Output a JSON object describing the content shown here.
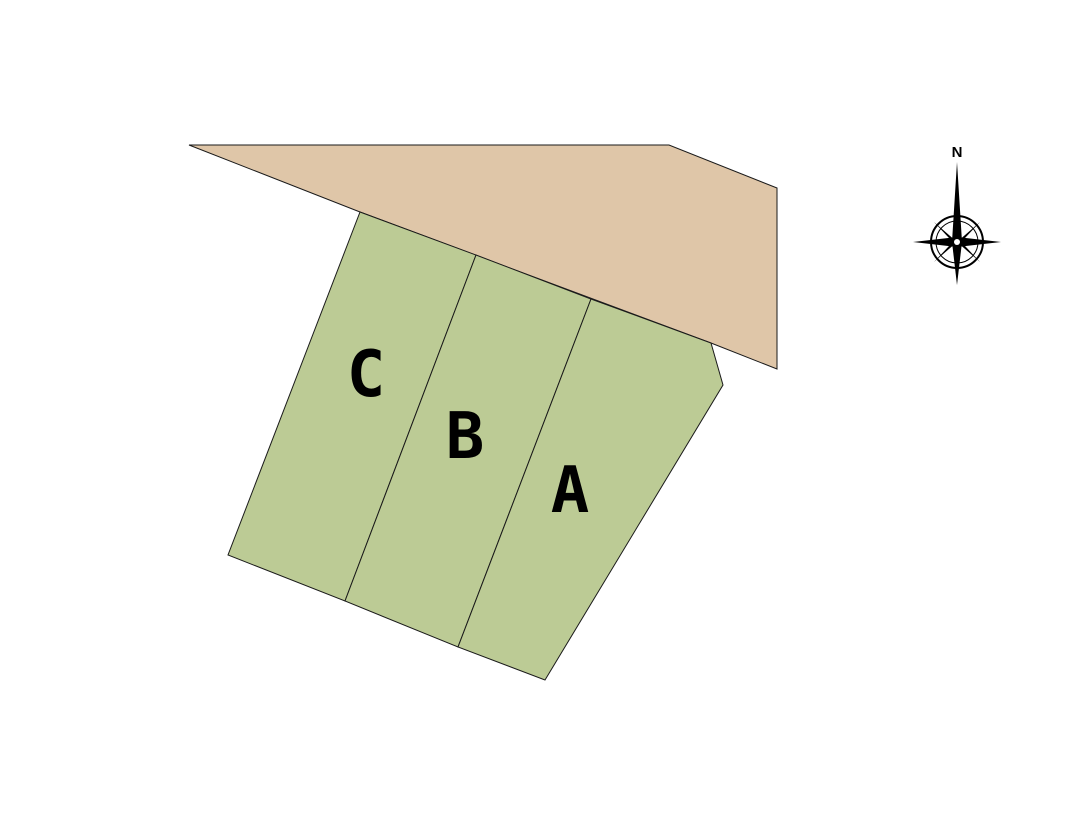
{
  "map": {
    "road": {
      "name": "road",
      "color": "#dfc6a8"
    },
    "lots": [
      {
        "id": "lot-c",
        "label": "C",
        "color": "#bccb95"
      },
      {
        "id": "lot-b",
        "label": "B",
        "color": "#bccb95"
      },
      {
        "id": "lot-a",
        "label": "A",
        "color": "#bccb95"
      }
    ],
    "compass": {
      "icon": "north-arrow-icon",
      "north_label": "N"
    }
  }
}
